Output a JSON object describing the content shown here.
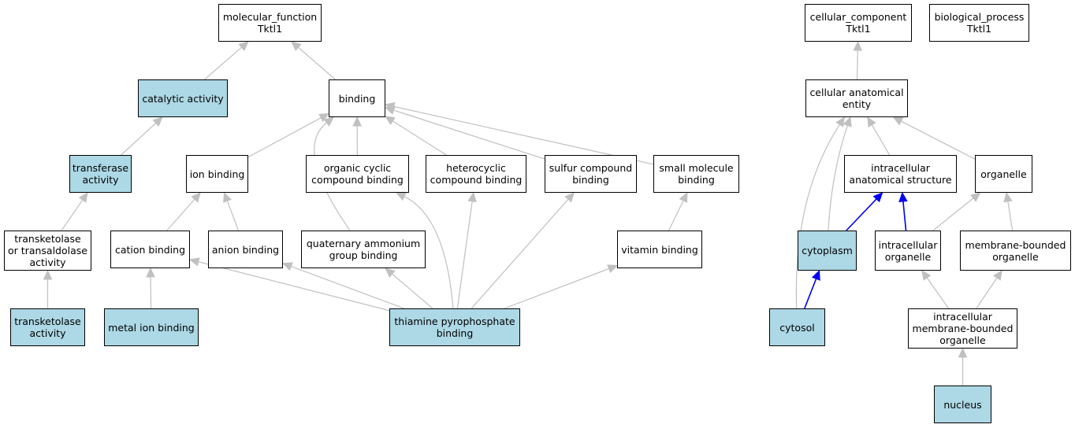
{
  "colors": {
    "highlight_fill": "#add8e6",
    "plain_fill": "#ffffff",
    "edge_gray": "#c0c0c0",
    "edge_blue": "#0000ee"
  },
  "nodes": {
    "mf": {
      "lines": [
        "molecular_function",
        "Tktl1"
      ],
      "highlight": false
    },
    "cat": {
      "lines": [
        "catalytic activity"
      ],
      "highlight": true
    },
    "bind": {
      "lines": [
        "binding"
      ],
      "highlight": false
    },
    "tra": {
      "lines": [
        "transferase",
        "activity"
      ],
      "highlight": true
    },
    "ion": {
      "lines": [
        "ion binding"
      ],
      "highlight": false
    },
    "occ": {
      "lines": [
        "organic cyclic",
        "compound binding"
      ],
      "highlight": false
    },
    "het": {
      "lines": [
        "heterocyclic",
        "compound binding"
      ],
      "highlight": false
    },
    "sul": {
      "lines": [
        "sulfur compound",
        "binding"
      ],
      "highlight": false
    },
    "sml": {
      "lines": [
        "small molecule",
        "binding"
      ],
      "highlight": false
    },
    "tkta": {
      "lines": [
        "transketolase",
        "or transaldolase",
        "activity"
      ],
      "highlight": false
    },
    "cati": {
      "lines": [
        "cation binding"
      ],
      "highlight": false
    },
    "ani": {
      "lines": [
        "anion binding"
      ],
      "highlight": false
    },
    "qua": {
      "lines": [
        "quaternary ammonium",
        "group binding"
      ],
      "highlight": false
    },
    "vit": {
      "lines": [
        "vitamin binding"
      ],
      "highlight": false
    },
    "tkt": {
      "lines": [
        "transketolase",
        "activity"
      ],
      "highlight": true
    },
    "met": {
      "lines": [
        "metal ion binding"
      ],
      "highlight": true
    },
    "tpp": {
      "lines": [
        "thiamine pyrophosphate",
        "binding"
      ],
      "highlight": true
    },
    "cc": {
      "lines": [
        "cellular_component",
        "Tktl1"
      ],
      "highlight": false
    },
    "bp": {
      "lines": [
        "biological_process",
        "Tktl1"
      ],
      "highlight": false
    },
    "cae": {
      "lines": [
        "cellular anatomical",
        "entity"
      ],
      "highlight": false
    },
    "ias": {
      "lines": [
        "intracellular",
        "anatomical structure"
      ],
      "highlight": false
    },
    "org": {
      "lines": [
        "organelle"
      ],
      "highlight": false
    },
    "cyto": {
      "lines": [
        "cytoplasm"
      ],
      "highlight": true
    },
    "io": {
      "lines": [
        "intracellular",
        "organelle"
      ],
      "highlight": false
    },
    "mbo": {
      "lines": [
        "membrane-bounded",
        "organelle"
      ],
      "highlight": false
    },
    "cys": {
      "lines": [
        "cytosol"
      ],
      "highlight": true
    },
    "imbo": {
      "lines": [
        "intracellular",
        "membrane-bounded",
        "organelle"
      ],
      "highlight": false
    },
    "nuc": {
      "lines": [
        "nucleus"
      ],
      "highlight": true
    }
  },
  "edges": [
    {
      "from": "cat",
      "to": "mf",
      "color": "gray"
    },
    {
      "from": "bind",
      "to": "mf",
      "color": "gray"
    },
    {
      "from": "tra",
      "to": "cat",
      "color": "gray"
    },
    {
      "from": "tkta",
      "to": "tra",
      "color": "gray"
    },
    {
      "from": "tkt",
      "to": "tkta",
      "color": "gray"
    },
    {
      "from": "ion",
      "to": "bind",
      "color": "gray"
    },
    {
      "from": "occ",
      "to": "bind",
      "color": "gray"
    },
    {
      "from": "het",
      "to": "bind",
      "color": "gray"
    },
    {
      "from": "sul",
      "to": "bind",
      "color": "gray"
    },
    {
      "from": "sml",
      "to": "bind",
      "color": "gray"
    },
    {
      "from": "qua",
      "to": "bind",
      "color": "gray"
    },
    {
      "from": "cati",
      "to": "ion",
      "color": "gray"
    },
    {
      "from": "ani",
      "to": "ion",
      "color": "gray"
    },
    {
      "from": "met",
      "to": "cati",
      "color": "gray"
    },
    {
      "from": "vit",
      "to": "sml",
      "color": "gray"
    },
    {
      "from": "tpp",
      "to": "cati",
      "color": "gray"
    },
    {
      "from": "tpp",
      "to": "ani",
      "color": "gray"
    },
    {
      "from": "tpp",
      "to": "qua",
      "color": "gray"
    },
    {
      "from": "tpp",
      "to": "occ",
      "color": "gray"
    },
    {
      "from": "tpp",
      "to": "het",
      "color": "gray"
    },
    {
      "from": "tpp",
      "to": "sul",
      "color": "gray"
    },
    {
      "from": "tpp",
      "to": "vit",
      "color": "gray"
    },
    {
      "from": "cae",
      "to": "cc",
      "color": "gray"
    },
    {
      "from": "ias",
      "to": "cae",
      "color": "gray"
    },
    {
      "from": "org",
      "to": "cae",
      "color": "gray"
    },
    {
      "from": "cyto",
      "to": "cae",
      "color": "gray"
    },
    {
      "from": "cys",
      "to": "cae",
      "color": "gray"
    },
    {
      "from": "cyto",
      "to": "ias",
      "color": "blue"
    },
    {
      "from": "io",
      "to": "ias",
      "color": "blue"
    },
    {
      "from": "io",
      "to": "org",
      "color": "gray"
    },
    {
      "from": "mbo",
      "to": "org",
      "color": "gray"
    },
    {
      "from": "cys",
      "to": "cyto",
      "color": "blue"
    },
    {
      "from": "imbo",
      "to": "io",
      "color": "gray"
    },
    {
      "from": "imbo",
      "to": "mbo",
      "color": "gray"
    },
    {
      "from": "nuc",
      "to": "imbo",
      "color": "gray"
    }
  ]
}
